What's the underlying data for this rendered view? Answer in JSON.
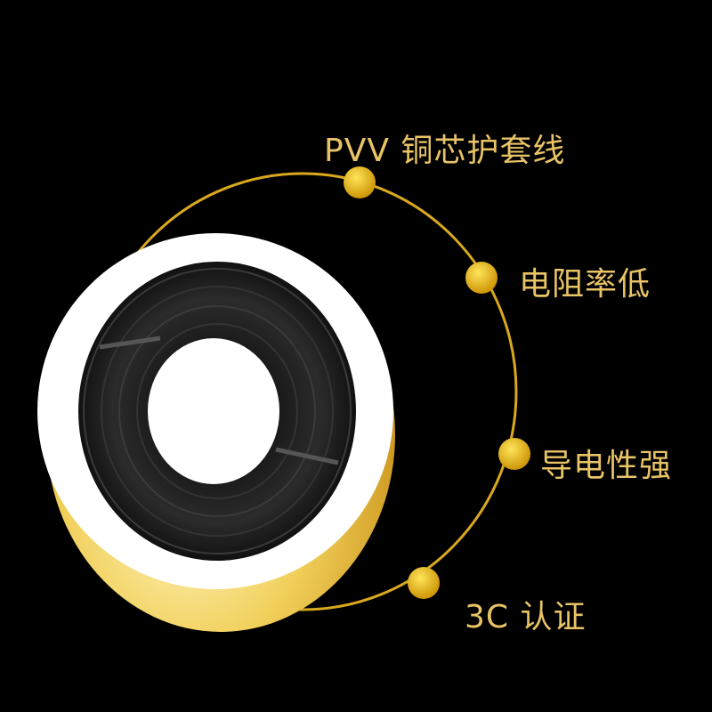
{
  "features": [
    {
      "label": "PVV 铜芯护套线"
    },
    {
      "label": "电阻率低"
    },
    {
      "label": "导电性强"
    },
    {
      "label": "3C 认证"
    }
  ],
  "colors": {
    "gold": "#e9c466",
    "dot": "#e0b020",
    "background": "#000000"
  }
}
